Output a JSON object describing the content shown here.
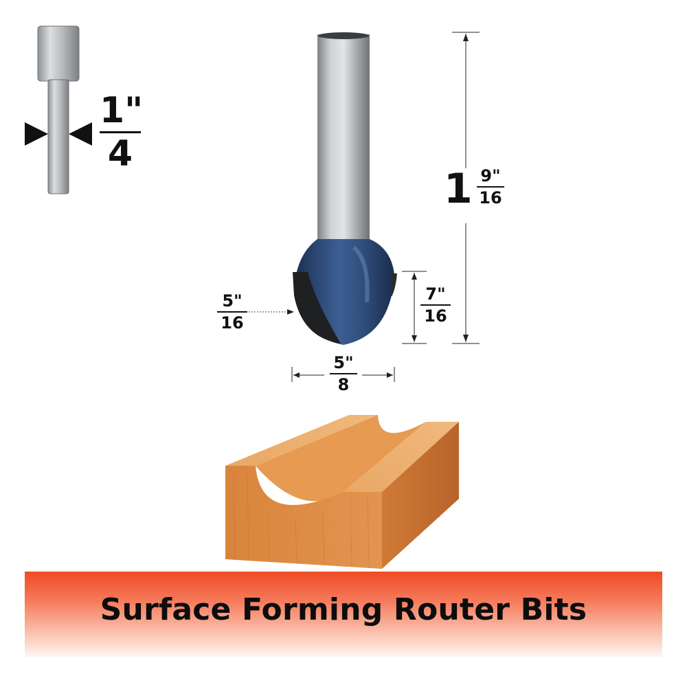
{
  "shank_diameter": {
    "numerator": "1\"",
    "denominator": "4"
  },
  "overall_length": {
    "whole": "1",
    "numerator": "9\"",
    "denominator": "16"
  },
  "radius": {
    "numerator": "5\"",
    "denominator": "16"
  },
  "cutting_length": {
    "numerator": "7\"",
    "denominator": "16"
  },
  "cutting_diameter": {
    "numerator": "5\"",
    "denominator": "8"
  },
  "banner": {
    "title": "Surface Forming Router Bits"
  },
  "colors": {
    "banner_accent": "#ee4b24",
    "bit_head": "#2f4d7a",
    "shank": "#b9bcbe",
    "wood": "#e08a3c"
  }
}
